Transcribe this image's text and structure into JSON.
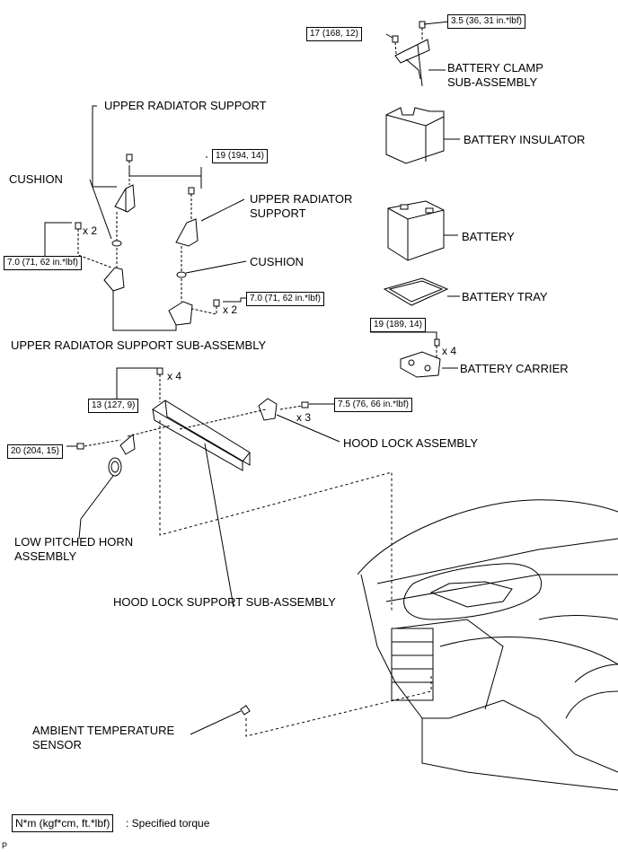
{
  "parts": {
    "battery_clamp": "BATTERY CLAMP\nSUB-ASSEMBLY",
    "battery_insulator": "BATTERY INSULATOR",
    "battery": "BATTERY",
    "battery_tray": "BATTERY TRAY",
    "battery_carrier": "BATTERY CARRIER",
    "upper_radiator_support_left": "UPPER RADIATOR SUPPORT",
    "upper_radiator_support_right": "UPPER RADIATOR\nSUPPORT",
    "cushion_left": "CUSHION",
    "cushion_right": "CUSHION",
    "upper_radiator_support_sub_assembly": "UPPER RADIATOR SUPPORT SUB-ASSEMBLY",
    "hood_lock_assembly": "HOOD LOCK ASSEMBLY",
    "low_pitched_horn": "LOW PITCHED HORN\nASSEMBLY",
    "hood_lock_support": "HOOD LOCK SUPPORT SUB-ASSEMBLY",
    "ambient_temperature_sensor": "AMBIENT TEMPERATURE\nSENSOR"
  },
  "torques": {
    "clamp_bolt": "17 (168, 12)",
    "clamp_nut": "3.5 (36, 31 in.*lbf)",
    "radiator_support_bolt": "19 (194, 14)",
    "sub_assembly_left": "7.0 (71, 62 in.*lbf)",
    "sub_assembly_right": "7.0 (71, 62 in.*lbf)",
    "carrier_bolt": "19 (189, 14)",
    "hood_lock_support_bolt": "13 (127, 9)",
    "hood_lock_bolt": "7.5 (76, 66 in.*lbf)",
    "horn_bolt": "20 (204, 15)"
  },
  "quantities": {
    "sub_left": "x 2",
    "sub_right": "x 2",
    "carrier": "x 4",
    "hood_support": "x 4",
    "hood_lock": "x 3"
  },
  "legend": {
    "unit_box": "N*m (kgf*cm, ft.*lbf)",
    "unit_desc": ": Specified torque"
  },
  "figure_code": "P"
}
